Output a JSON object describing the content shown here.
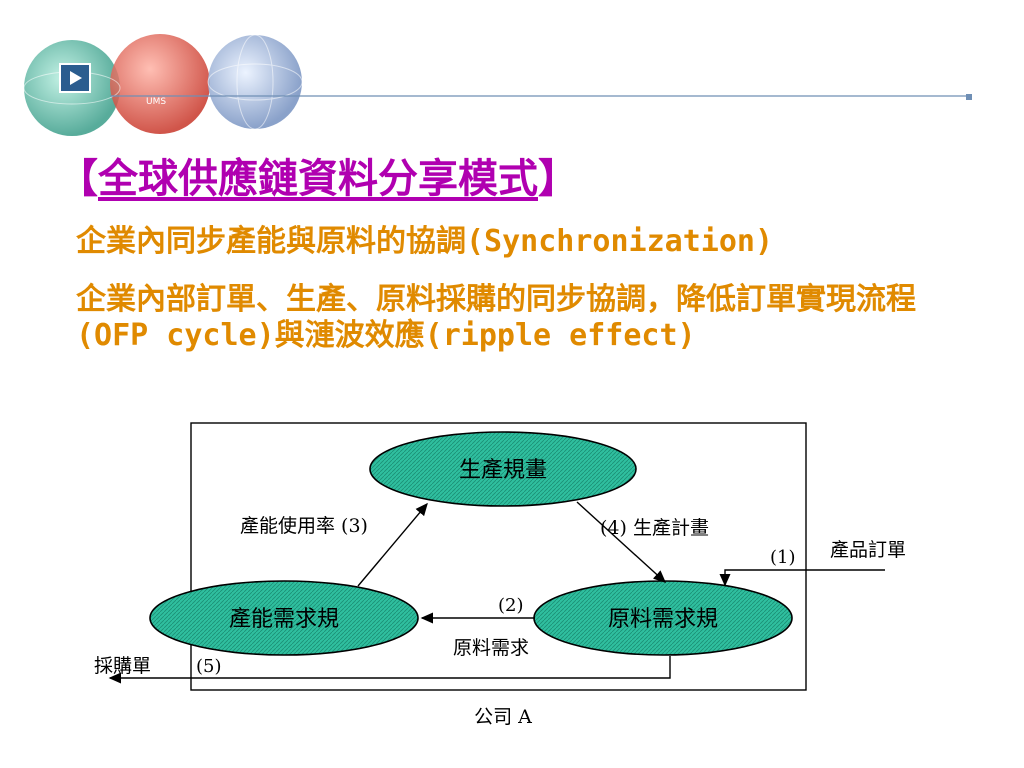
{
  "header": {
    "icons": [
      "play-icon",
      "globe-icon"
    ],
    "badge_text": "UMS"
  },
  "title": {
    "open_bracket": "【",
    "text": "全球供應鏈資料分享模式",
    "close_bracket": "】"
  },
  "bullets": [
    "企業內同步產能與原料的協調(Synchronization)",
    "企業內部訂單、生產、原料採購的同步協調，降低訂單實現流程(OFP cycle)與漣波效應(ripple effect)"
  ],
  "diagram": {
    "nodes": {
      "top": "生產規畫",
      "left": "產能需求規",
      "right": "原料需求規"
    },
    "edges": {
      "left_to_top": "產能使用率 (3)",
      "top_to_right": "(4) 生產計畫",
      "right_to_left_num": "(2)",
      "right_to_left_text": "原料需求",
      "order_num": "(1)",
      "order_text": "產品訂單",
      "purchase_text": "採購單",
      "purchase_num": "(5)"
    },
    "caption": "公司 A",
    "colors": {
      "ellipse_fill": "#2fbf9f",
      "accent_title": "#b000b0",
      "accent_text": "#e08a00"
    }
  }
}
